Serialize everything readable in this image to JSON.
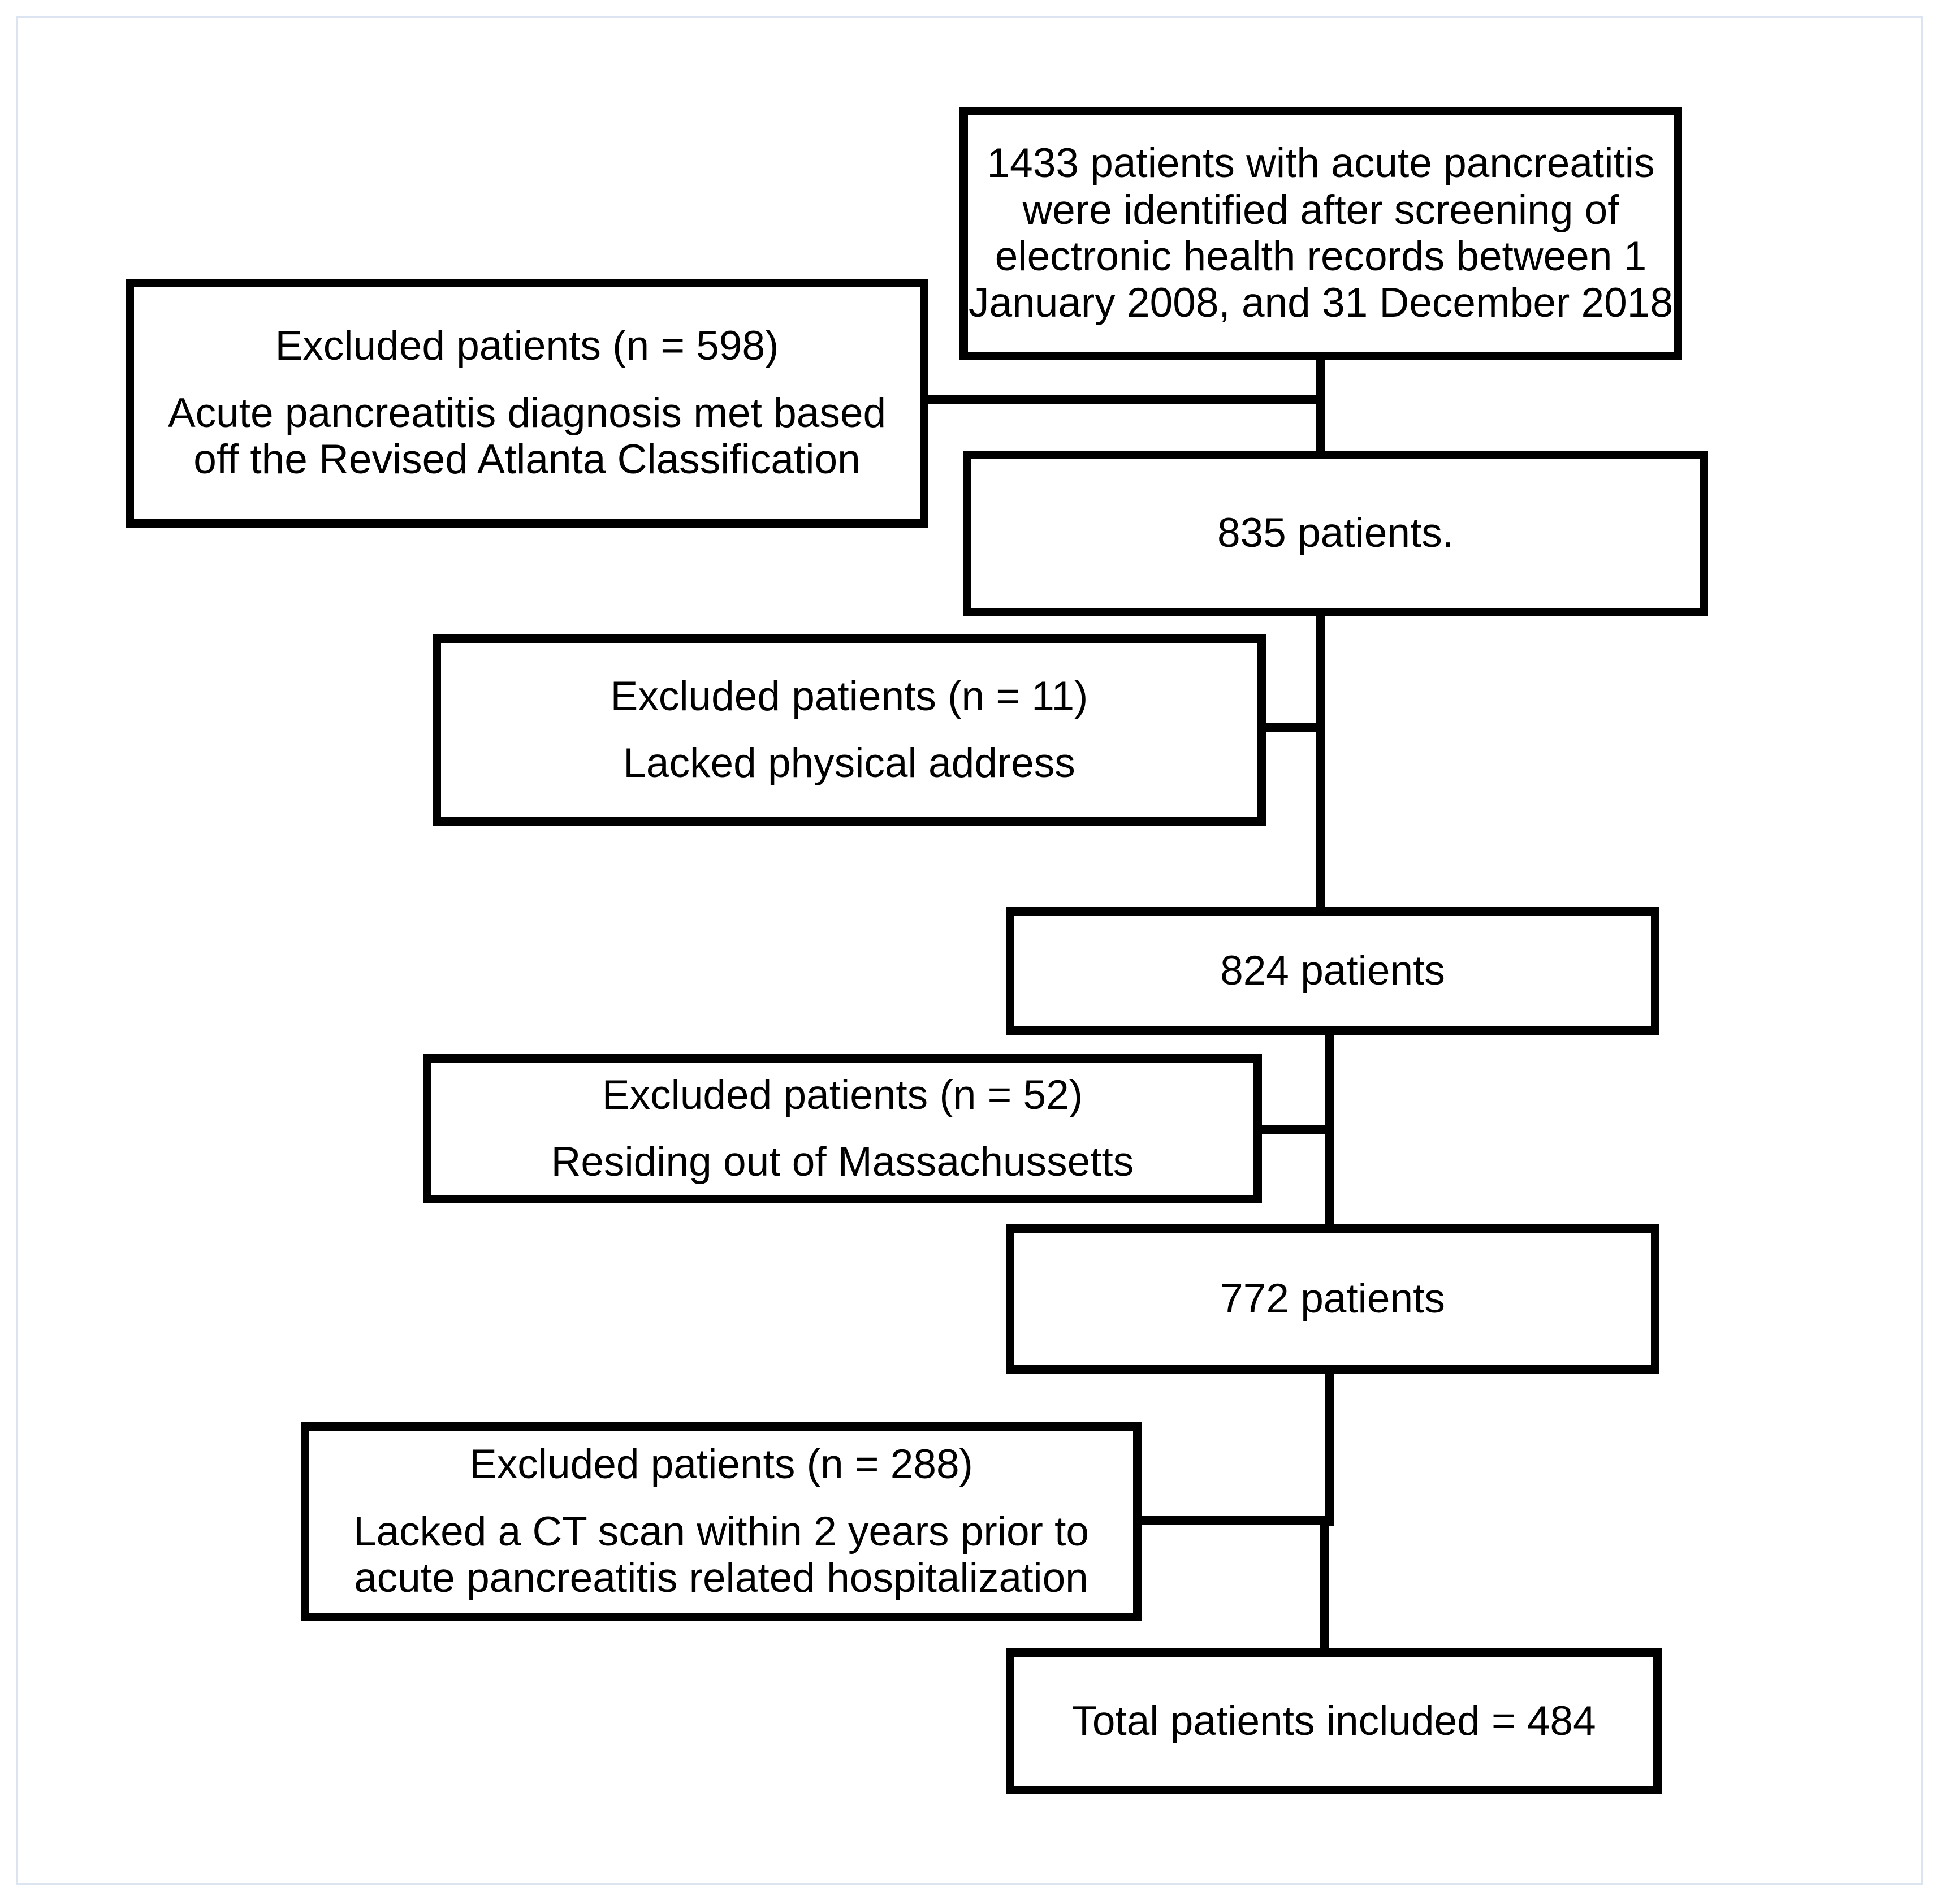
{
  "flowchart": {
    "start": {
      "lines": [
        "1433 patients with acute pancreatitis",
        "were identified after screening of",
        "electronic health records  between 1",
        "January 2008, and 31 December 2018"
      ]
    },
    "exclusion_1": {
      "title": "Excluded patients (n = 598)",
      "lines": [
        "Acute pancreatitis diagnosis met based",
        "off the Revised Atlanta Classification"
      ]
    },
    "step_1": {
      "label": "835 patients."
    },
    "exclusion_2": {
      "title": "Excluded patients (n = 11)",
      "lines": [
        "Lacked physical address"
      ]
    },
    "step_2": {
      "label": "824 patients"
    },
    "exclusion_3": {
      "title": "Excluded patients (n = 52)",
      "lines": [
        "Residing out of Massachussetts"
      ]
    },
    "step_3": {
      "label": "772 patients"
    },
    "exclusion_4": {
      "title": "Excluded patients (n = 288)",
      "lines": [
        "Lacked a CT scan within 2 years prior to",
        "acute pancreatitis related hospitalization"
      ]
    },
    "final": {
      "label": "Total patients included = 484"
    }
  }
}
